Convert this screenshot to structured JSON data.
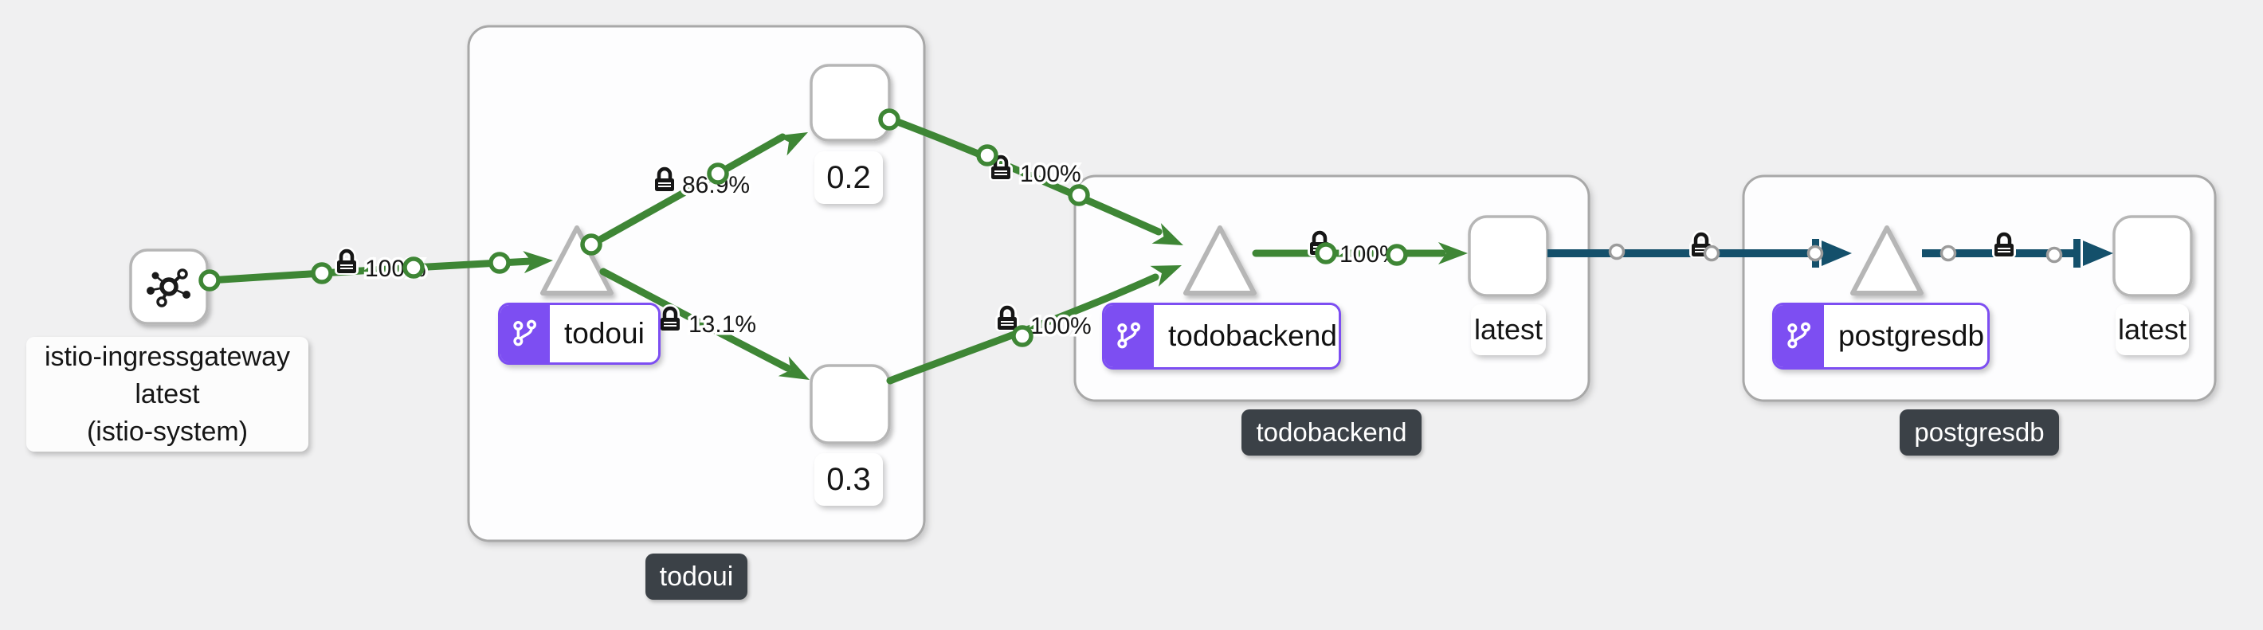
{
  "app": "kiali-traffic-graph",
  "background_color": "#f0f0f1",
  "colors": {
    "edge_http_green": "#3E8635",
    "edge_tcp_navy": "#14506b",
    "badge_purple": "#7d4ef2",
    "chip_bg": "#3b4147",
    "node_border_gray": "#b6b6b6",
    "group_border_gray": "#a8a8a8"
  },
  "gateway": {
    "line1": "istio-ingressgateway",
    "line2": "latest",
    "line3": "(istio-system)",
    "icon": "mesh-gateway-icon"
  },
  "groups": {
    "todoui": {
      "chip": "todoui",
      "badge": "todoui",
      "badge_icon": "versioned-app-icon",
      "version1_label": "0.2",
      "version2_label": "0.3"
    },
    "todobackend": {
      "chip": "todobackend",
      "badge": "todobackend",
      "badge_icon": "versioned-app-icon",
      "workload_label": "latest"
    },
    "postgresdb": {
      "chip": "postgresdb",
      "badge": "postgresdb",
      "badge_icon": "versioned-app-icon",
      "workload_label": "latest"
    }
  },
  "edges": {
    "gateway_to_todoui": {
      "label": "100%",
      "protocol": "http",
      "mtls": "lock-icon"
    },
    "todoui_to_v02": {
      "label": "86.9%",
      "protocol": "http",
      "mtls": "lock-icon"
    },
    "todoui_to_v03": {
      "label": "13.1%",
      "protocol": "http",
      "mtls": "lock-icon"
    },
    "v02_to_todobackend": {
      "label": "100%",
      "protocol": "http",
      "mtls": "lock-icon"
    },
    "v03_to_todobackend": {
      "label": "100%",
      "protocol": "http",
      "mtls": "lock-icon"
    },
    "todobackend_to_latest": {
      "label": "100%",
      "protocol": "http",
      "mtls": "lock-icon"
    },
    "latest_to_postgresdb": {
      "label": "",
      "protocol": "tcp",
      "mtls": "lock-icon"
    },
    "postgresdb_to_latest": {
      "label": "",
      "protocol": "tcp",
      "mtls": "lock-icon"
    }
  }
}
